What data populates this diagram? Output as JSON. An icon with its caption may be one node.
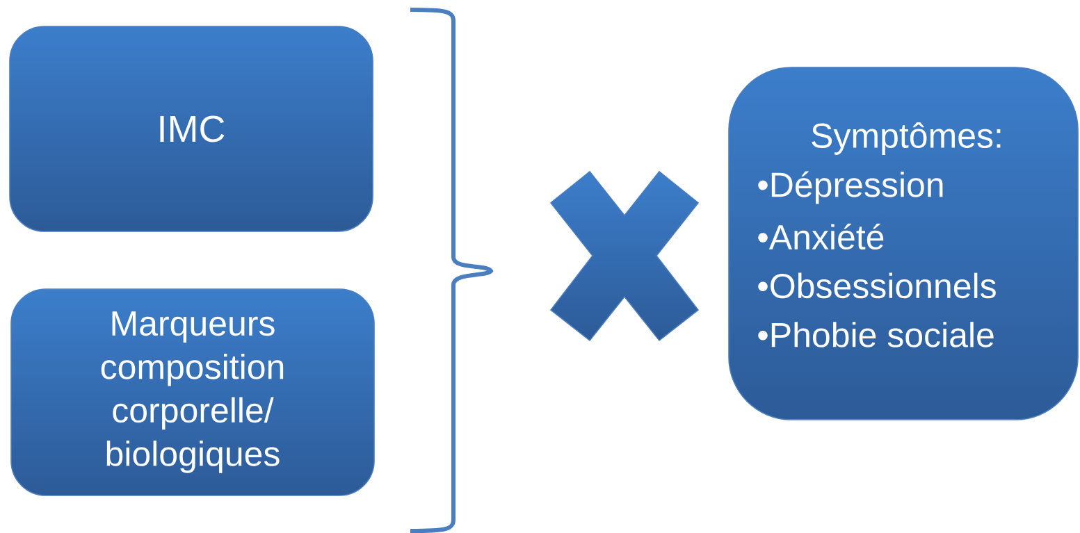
{
  "diagram": {
    "nodes": [
      {
        "text": [
          "IMC"
        ]
      },
      {
        "text": [
          "Marqueurs composition corporelle/ biologiques"
        ]
      },
      {
        "text": [],
        "shape": "cross"
      },
      {
        "text": [
          "Symptômes:",
          "•Dépression",
          "•Anxiété",
          "•Obsessionnels",
          "•Phobie sociale"
        ]
      }
    ]
  }
}
